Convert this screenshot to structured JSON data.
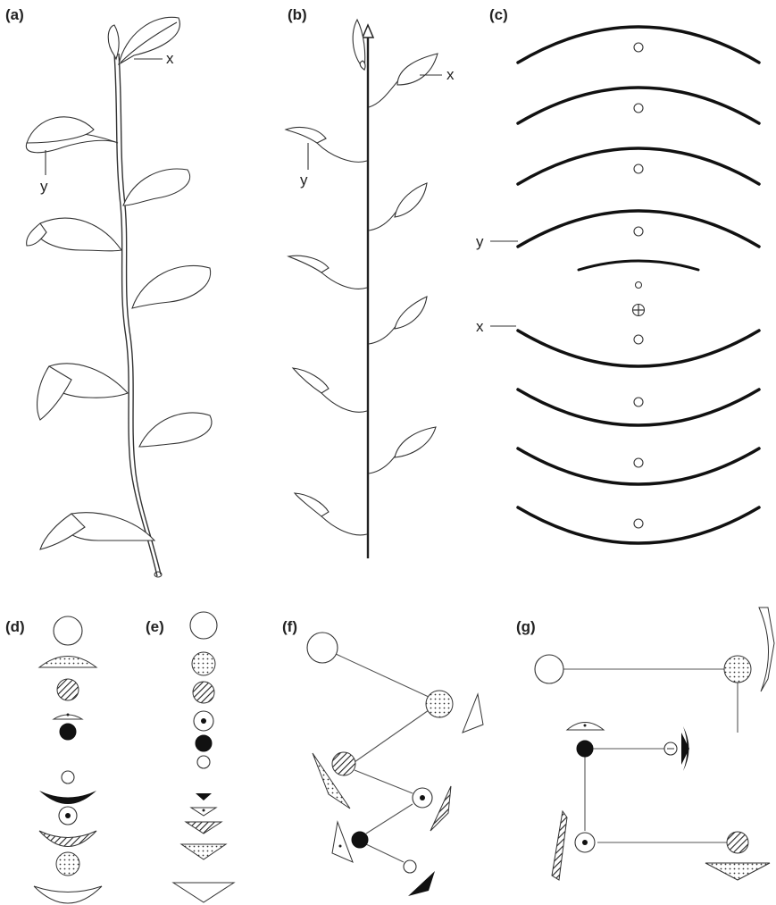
{
  "panels": {
    "a": {
      "label": "(a)",
      "x_label": "x",
      "y_label": "y"
    },
    "b": {
      "label": "(b)",
      "x_label": "x",
      "y_label": "y"
    },
    "c": {
      "label": "(c)",
      "x_label": "x",
      "y_label": "y"
    },
    "d": {
      "label": "(d)"
    },
    "e": {
      "label": "(e)"
    },
    "f": {
      "label": "(f)"
    },
    "g": {
      "label": "(g)"
    }
  },
  "colors": {
    "ink": "#222222",
    "background": "#ffffff"
  }
}
